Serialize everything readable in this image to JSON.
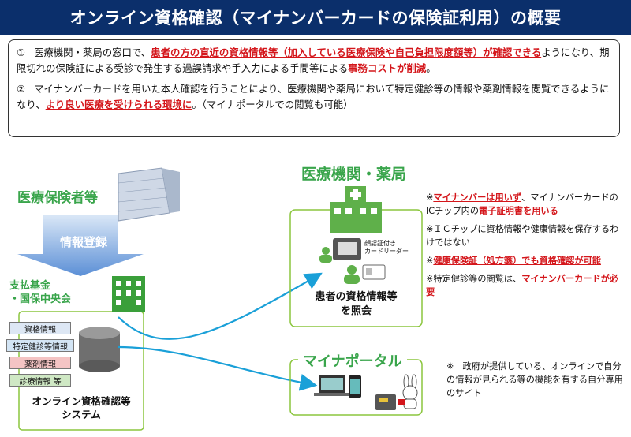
{
  "title": "オンライン資格確認（マイナンバーカードの保険証利用）の概要",
  "summary": {
    "point1": {
      "num": "①",
      "t1": "医療機関・薬局の窓口で、",
      "t2": "患者の方の直近の資格情報等（加入している医療保険や自己負担限度額等）が確認できる",
      "t3": "ようになり、期限切れの保険証による受診で発生する過誤請求や手入力による手間等による",
      "t4": "事務コストが削減",
      "t5": "。"
    },
    "point2": {
      "num": "②",
      "t1": "マイナンバーカードを用いた本人確認を行うことにより、医療機関や薬局において特定健診等の情報や薬剤情報を閲覧できるようになり、",
      "t2": "より良い医療を受けられる環境に",
      "t3": "。（マイナポータルでの閲覧も可能）"
    }
  },
  "insurers": {
    "label": "医療保険者等",
    "arrow_label": "情報登録"
  },
  "funds": {
    "label": "支払基金\n・国保中央会"
  },
  "data_labels": [
    "資格情報",
    "特定健診等情報",
    "薬剤情報",
    "診療情報 等"
  ],
  "system_label": "オンライン資格確認等\nシステム",
  "hospital": {
    "heading": "医療機関・薬局",
    "reader_label": "顔認証付き\nカードリーダー",
    "caption": "患者の資格情報等\nを照会"
  },
  "notes": [
    {
      "prefix": "※",
      "red": "マイナンバーは用いず",
      "rest": "、マイナンバーカードのICチップ内の",
      "red2": "電子証明書を用いる"
    },
    {
      "prefix": "※",
      "text": "ＩＣチップに資格情報や健康情報を保存するわけではない"
    },
    {
      "prefix": "※",
      "red": "健康保険証（処方箋）でも資格確認が可能"
    },
    {
      "prefix": "※",
      "text": "特定健診等の閲覧は、",
      "red": "マイナンバーカードが必要"
    }
  ],
  "portal": {
    "heading": "マイナポータル",
    "note": "※　政府が提供している、オンラインで自分の情報が見られる等の機能を有する自分専用のサイト"
  },
  "colors": {
    "title_bg": "#0b2f6b",
    "accent_red": "#d4161b",
    "green": "#39a54b",
    "arrow_blue": "#1aa0d8"
  }
}
